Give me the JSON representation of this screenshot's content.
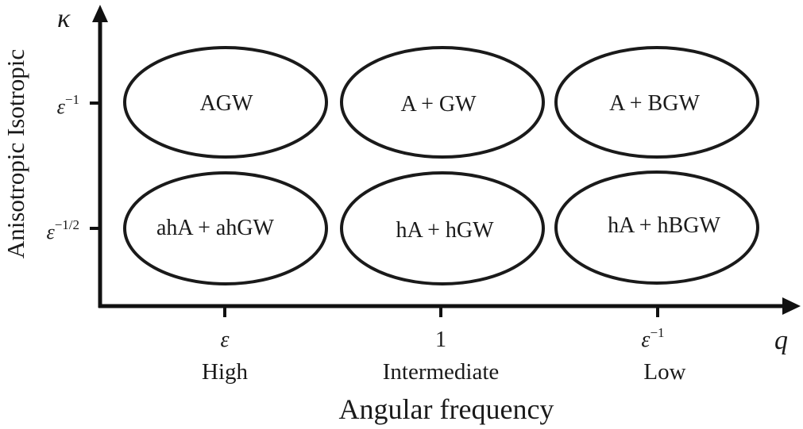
{
  "chart_data": {
    "type": "diagram",
    "title": "",
    "y_axis": {
      "symbol": "κ",
      "label": "Anisotropic Isotropic",
      "ticks": [
        {
          "base": "ε",
          "exp": "−1"
        },
        {
          "base": "ε",
          "exp": "−1/2"
        }
      ]
    },
    "x_axis": {
      "symbol": "q",
      "label": "Angular frequency",
      "ticks": [
        {
          "base": "ε",
          "exp": "",
          "regime": "High"
        },
        {
          "base": "1",
          "exp": "",
          "regime": "Intermediate"
        },
        {
          "base": "ε",
          "exp": "−1",
          "regime": "Low"
        }
      ]
    },
    "cells": [
      {
        "row": 0,
        "col": 0,
        "label": "AGW"
      },
      {
        "row": 0,
        "col": 1,
        "label": "A + GW"
      },
      {
        "row": 0,
        "col": 2,
        "label": "A + BGW"
      },
      {
        "row": 1,
        "col": 0,
        "label": "ahA + ahGW"
      },
      {
        "row": 1,
        "col": 1,
        "label": "hA + hGW"
      },
      {
        "row": 1,
        "col": 2,
        "label": "hA + hBGW"
      }
    ]
  }
}
